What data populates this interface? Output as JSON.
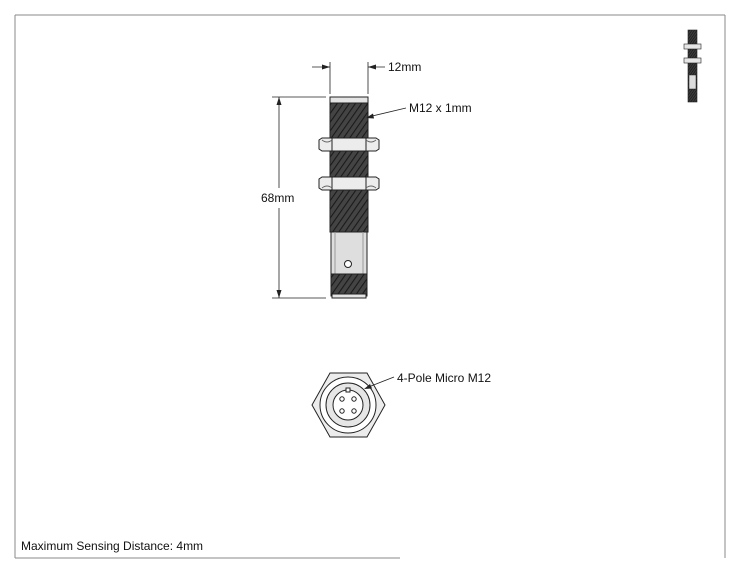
{
  "dimensions": {
    "diameter_label": "12mm",
    "thread_label": "M12 x 1mm",
    "length_label": "68mm"
  },
  "connector": {
    "label": "4-Pole Micro M12"
  },
  "footer": {
    "note": "Maximum Sensing Distance: 4mm"
  },
  "colors": {
    "thread": "#3c3c3c",
    "nut": "#e8e8e8",
    "body": "#d8d8d8",
    "line": "#222222",
    "frame": "#8a8a8a"
  }
}
